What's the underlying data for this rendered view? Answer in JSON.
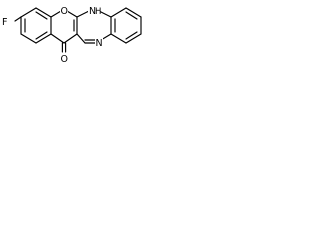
{
  "structure": {
    "atoms": {
      "fluorine": "F",
      "ring_oxygen": "O",
      "carbonyl_oxygen": "O",
      "amine_nitrogen": "N",
      "amine_hydrogen": "H",
      "imine_nitrogen": "N"
    }
  }
}
